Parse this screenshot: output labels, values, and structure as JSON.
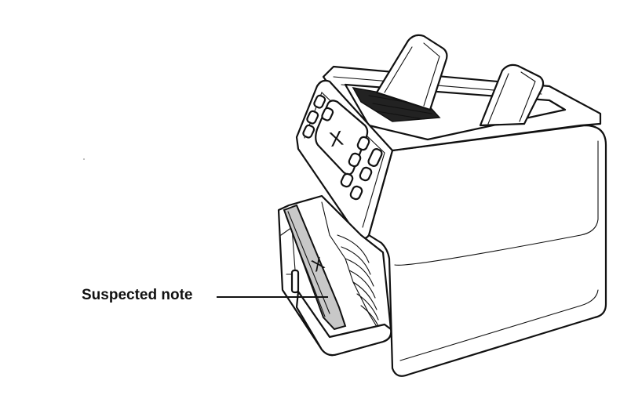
{
  "callout": {
    "label": "Suspected note"
  },
  "marks": {
    "screen_x": "X",
    "note_x": "X"
  },
  "colors": {
    "line": "#111111",
    "note_fill": "#c8c8c8",
    "background": "#ffffff"
  }
}
